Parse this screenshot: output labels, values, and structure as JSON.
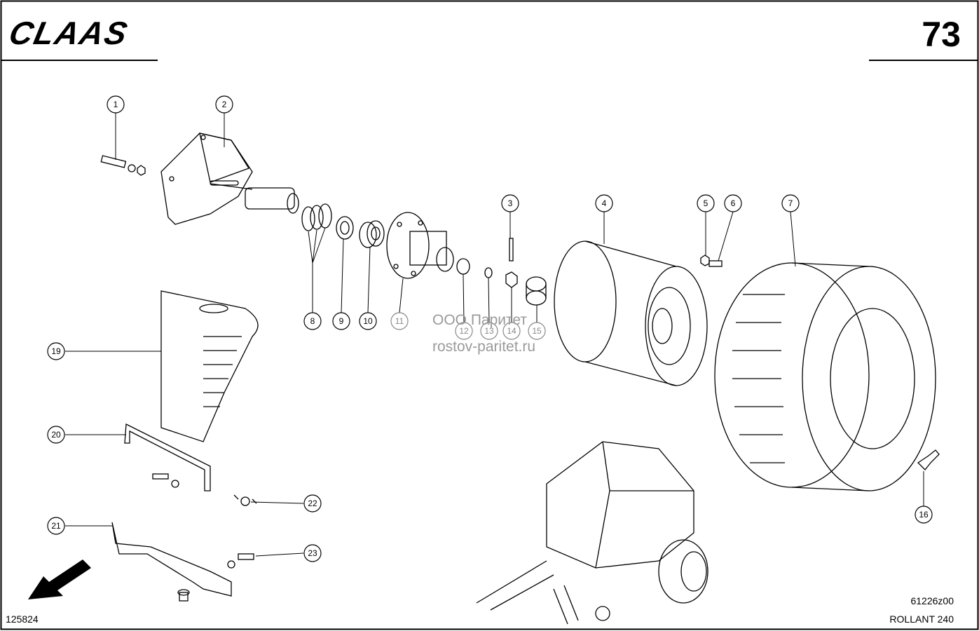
{
  "header": {
    "brand": "CLAAS",
    "page_number": "73"
  },
  "footer": {
    "drawing_number": "125824",
    "figure_code": "61226z00",
    "model": "ROLLANT 240"
  },
  "watermark": {
    "line1": "ООО Паритет",
    "line2": "rostov-paritet.ru"
  },
  "callouts": [
    "1",
    "2",
    "3",
    "4",
    "5",
    "6",
    "7",
    "8",
    "9",
    "10",
    "11",
    "12",
    "13",
    "14",
    "15",
    "16",
    "19",
    "20",
    "21",
    "22",
    "23"
  ]
}
